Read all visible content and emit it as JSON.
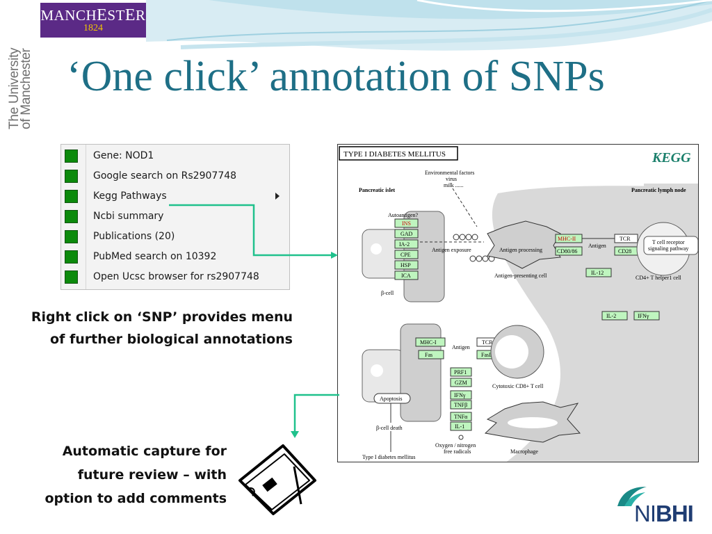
{
  "header": {
    "logo_name_part1": "MANCH",
    "logo_name_big_e": "E",
    "logo_name_part2": "ST",
    "logo_name_big_e2": "E",
    "logo_name_part3": "R",
    "logo_year": "1824",
    "university_line1": "The University",
    "university_line2": "of Manchester"
  },
  "slide": {
    "title": "‘One click’ annotation of SNPs",
    "caption1_line1": "Right click on ‘SNP’ provides menu",
    "caption1_line2": "of further biological annotations",
    "caption2_line1": "Automatic capture for",
    "caption2_line2": "future review – with",
    "caption2_line3": "option to add comments"
  },
  "context_menu": {
    "items": [
      {
        "label": "Gene: NOD1"
      },
      {
        "label": "Google search on Rs2907748"
      },
      {
        "label": "Kegg Pathways",
        "has_submenu": true
      },
      {
        "label": "Ncbi summary"
      },
      {
        "label": "Publications (20)"
      },
      {
        "label": "PubMed search on 10392"
      },
      {
        "label": "Open Ucsc browser for rs2907748"
      }
    ]
  },
  "kegg": {
    "title": "TYPE I DIABETES MELLITUS",
    "logo": "KEGG",
    "env_factors": "Environmental factors",
    "virus": "virus",
    "milk": "milk ......",
    "pancreatic_islet": "Pancreatic islet",
    "pancreatic_lymph": "Pancreatic lymph node",
    "autoantigen": "Autoantigen?",
    "antigens": [
      "INS",
      "GAD",
      "IA-2",
      "CPE",
      "HSP",
      "ICA"
    ],
    "antigen_exposure": "Antigen exposure",
    "antigen_processing": "Antigen processing",
    "mhc2": "MHC-II",
    "cd80": "CD80/86",
    "antigen": "Antigen",
    "tcr": "TCR",
    "cd28": "CD28",
    "tcell_pathway_line1": "T cell receptor",
    "tcell_pathway_line2": "signaling pathway",
    "apc": "Antigen-presenting cell",
    "il12": "IL-12",
    "cd4": "CD4+ T helper1 cell",
    "beta_cell": "β-cell",
    "il2": "IL-2",
    "ifn": "IFNγ",
    "mhc1": "MHC-I",
    "antigen2": "Antigen",
    "tcr2": "TCR",
    "fas": "Fas",
    "fasl": "FasL",
    "effectors": [
      "PRF1",
      "GZM",
      "IFNγ",
      "TNFβ",
      "TNFα",
      "IL-1"
    ],
    "cytotoxic": "Cytotoxic CD8+ T cell",
    "apoptosis": "Apoptosis",
    "beta_death": "β-cell death",
    "t1dm": "Type I diabetes mellitus",
    "oxygen_line1": "Oxygen / nitrogen",
    "oxygen_line2": "free radicals",
    "macrophage": "Macrophage"
  },
  "branding": {
    "nibhi_part1": "NI",
    "nibhi_part2": "BHI"
  },
  "colors": {
    "title": "#1e6f86",
    "accent_green": "#1fc18c",
    "menu_icon": "#0c8a0c",
    "kegg_box": "#bff5bf",
    "manchester_purple": "#5b2a86",
    "manchester_gold": "#f1c600"
  }
}
